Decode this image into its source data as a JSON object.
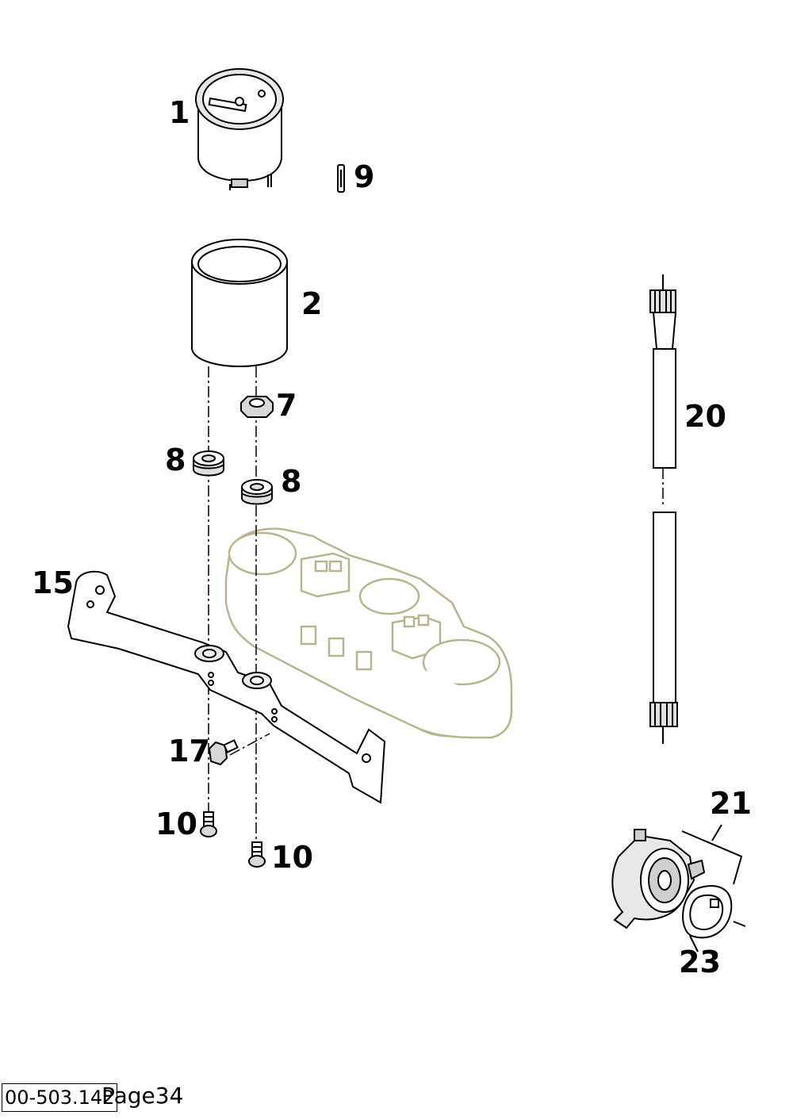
{
  "labels": {
    "p1": "1",
    "p2": "2",
    "p7": "7",
    "p8a": "8",
    "p8b": "8",
    "p9": "9",
    "p10a": "10",
    "p10b": "10",
    "p15": "15",
    "p17": "17",
    "p20": "20",
    "p21": "21",
    "p23": "23"
  },
  "footer": {
    "code": "00-503.142",
    "page": "Page34"
  },
  "colors": {
    "line": "#000000",
    "ghost": "#b8b48e",
    "fill_light": "#e6e6e6",
    "fill_mid": "#cfcfcf"
  }
}
